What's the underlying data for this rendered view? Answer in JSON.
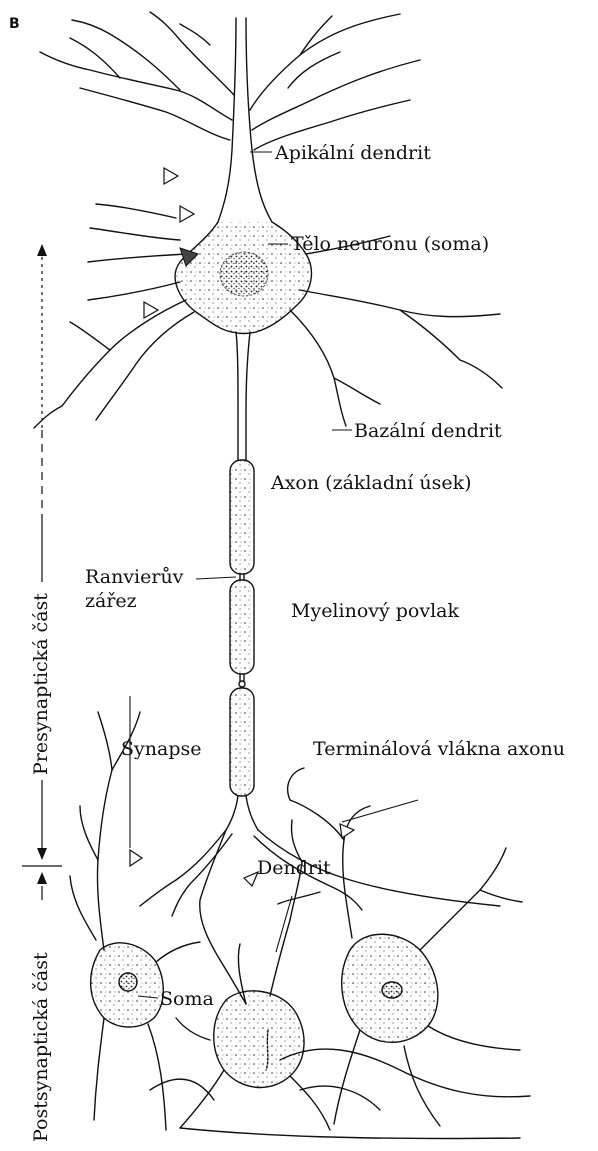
{
  "panel_letter": "B",
  "labels": {
    "apical_dendrite": "Apikální dendrit",
    "soma_main": "Tělo neuronu (soma)",
    "basal_dendrite": "Bazální dendrit",
    "axon_initial": "Axon (základní úsek)",
    "node_ranvier_1": "Ranvierův",
    "node_ranvier_2": "zářez",
    "myelin": "Myelinový povlak",
    "synapse": "Synapse",
    "terminal_fibers": "Terminálová vlákna axonu",
    "dendrite": "Dendrit",
    "soma_post": "Soma"
  },
  "side_labels": {
    "presynaptic": "Presynaptická část",
    "postsynaptic": "Postsynaptická část"
  },
  "colors": {
    "ink": "#111111",
    "arrow_dark": "#444444"
  }
}
